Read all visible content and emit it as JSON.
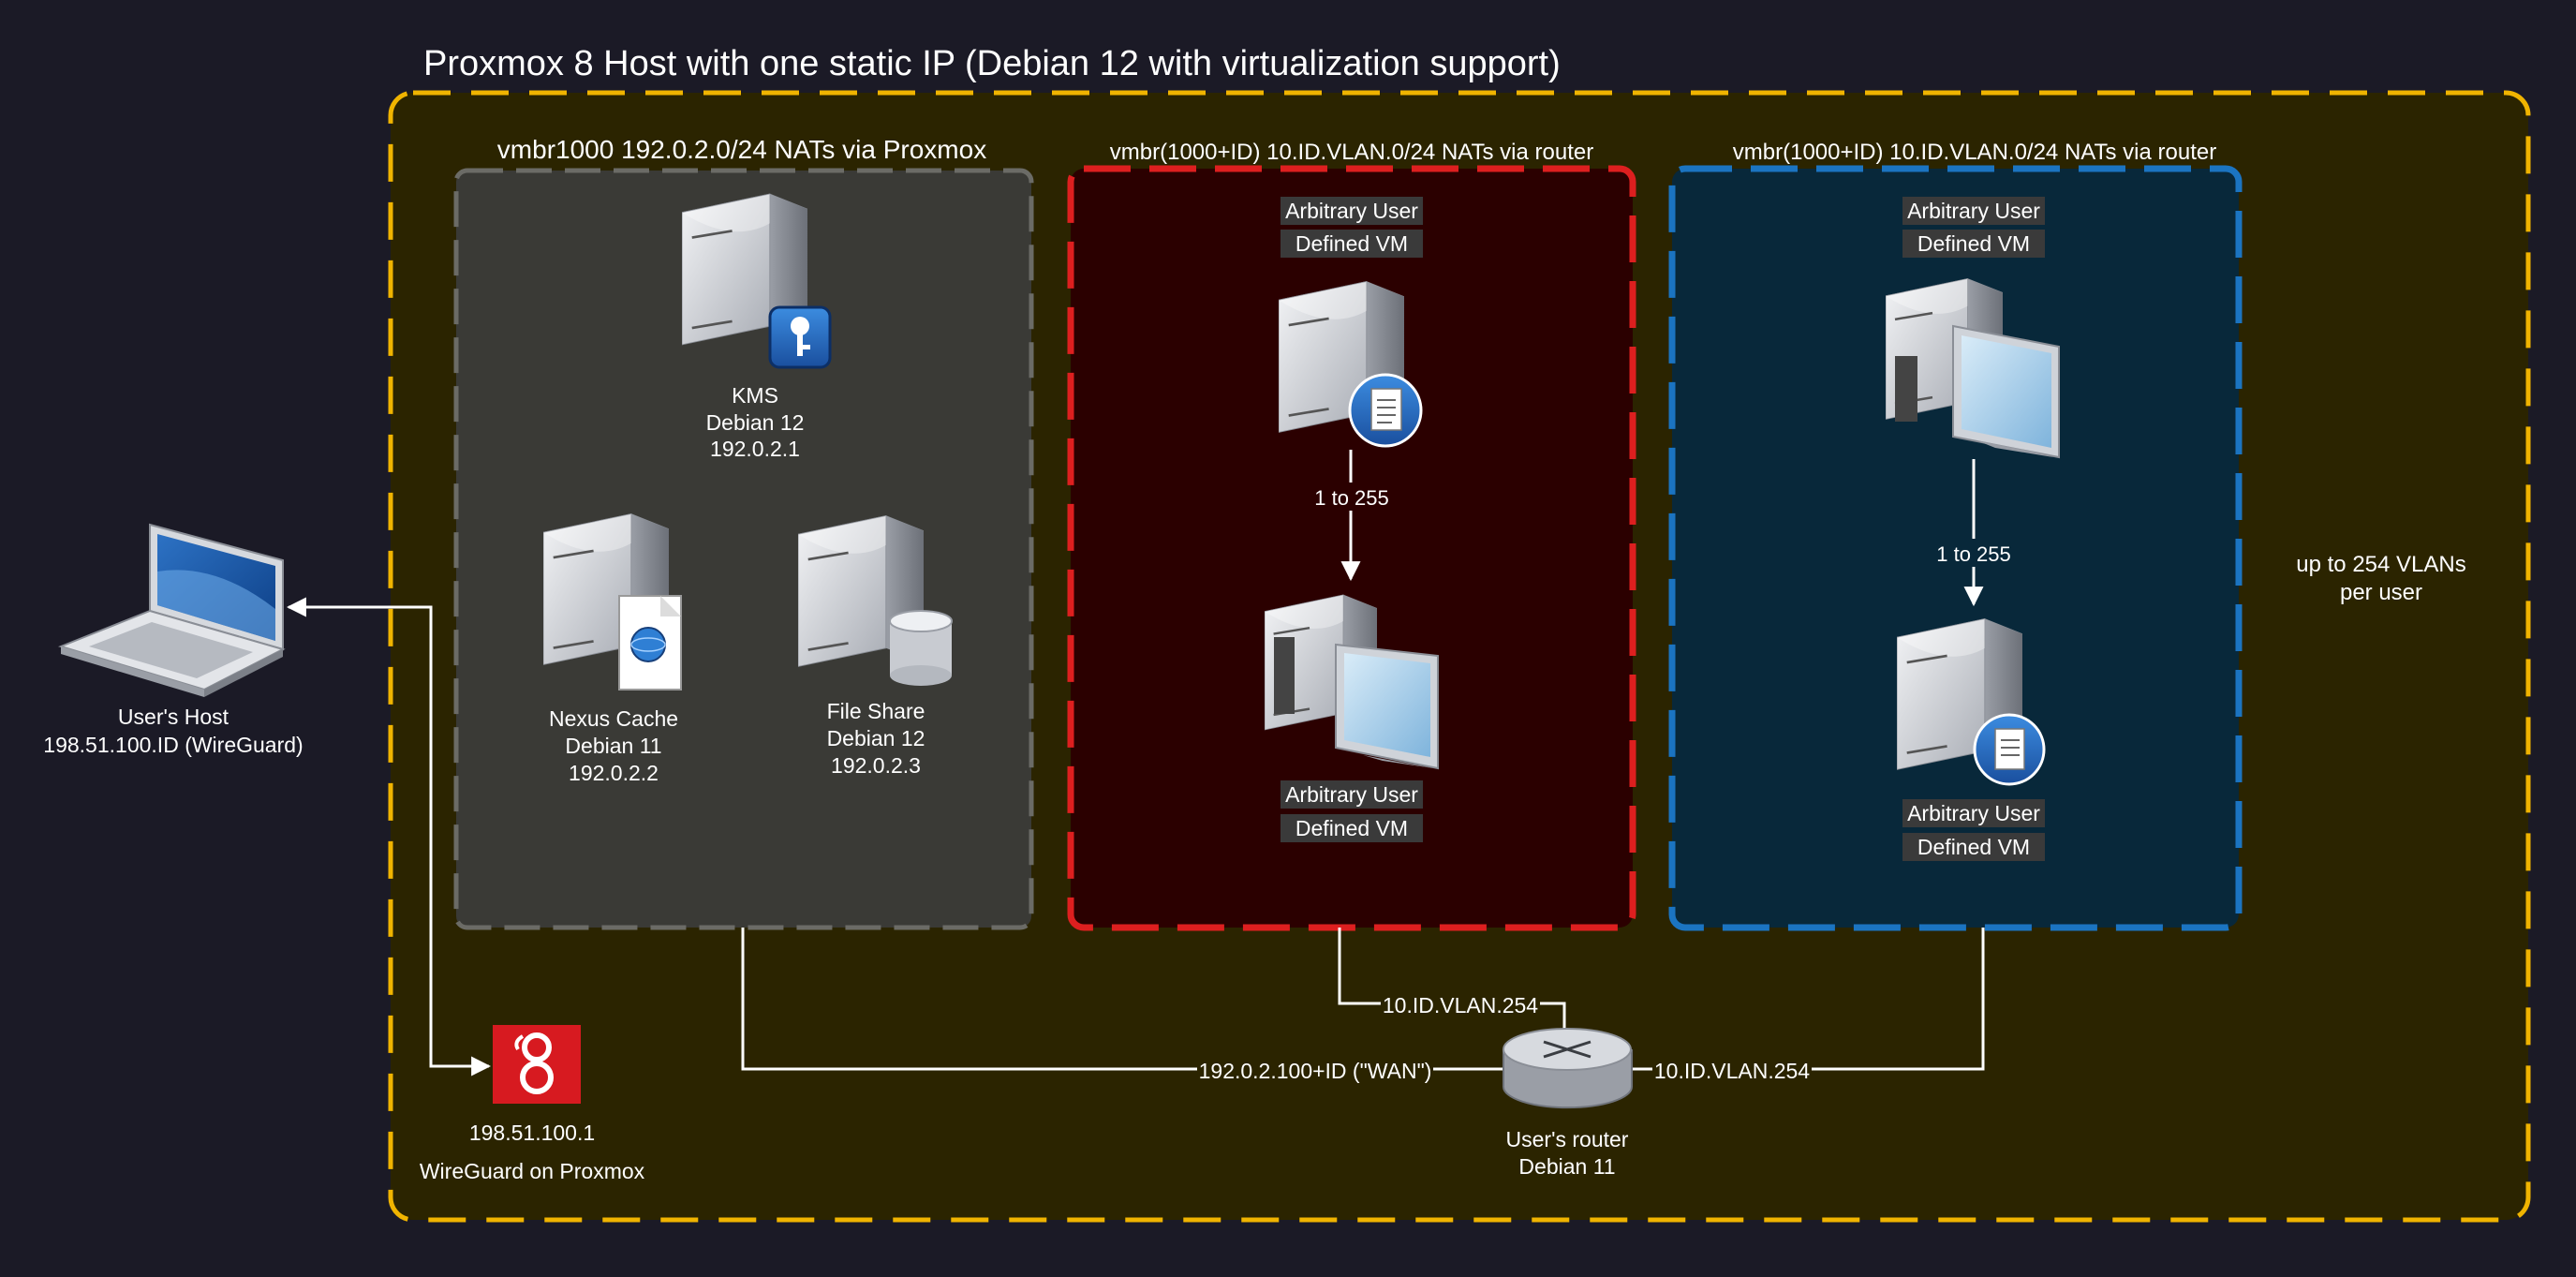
{
  "host": {
    "title": "Proxmox 8 Host with one static IP (Debian 12 with virtualization support)",
    "side_note": [
      "up to 254 VLANs",
      "per user"
    ]
  },
  "groups": {
    "proxmox_bridge": {
      "label": "vmbr1000 192.0.2.0/24 NATs via Proxmox",
      "kms": [
        "KMS",
        "Debian 12",
        "192.0.2.1"
      ],
      "nexus": [
        "Nexus Cache",
        "Debian 11",
        "192.0.2.2"
      ],
      "fileshare": [
        "File Share",
        "Debian 12",
        "192.0.2.3"
      ]
    },
    "vlan_red": {
      "label": "vmbr(1000+ID) 10.ID.VLAN.0/24 NATs via router",
      "vm_top": [
        "Arbitrary User",
        "Defined VM"
      ],
      "vm_bottom": [
        "Arbitrary User",
        "Defined VM"
      ],
      "count": "1 to 255"
    },
    "vlan_blue": {
      "label": "vmbr(1000+ID) 10.ID.VLAN.0/24 NATs via router",
      "vm_top": [
        "Arbitrary User",
        "Defined VM"
      ],
      "vm_bottom": [
        "Arbitrary User",
        "Defined VM"
      ],
      "count": "1 to 255"
    }
  },
  "user_host": [
    "User's Host",
    "198.51.100.ID (WireGuard)"
  ],
  "wireguard": [
    "198.51.100.1",
    "WireGuard on Proxmox"
  ],
  "router": [
    "User's router",
    "Debian 11"
  ],
  "links": {
    "wan": "192.0.2.100+ID (\"WAN\")",
    "red_gw": "10.ID.VLAN.254",
    "blue_gw": "10.ID.VLAN.254"
  },
  "colors": {
    "background": "#1b1a26",
    "host_fill": "#2b2400",
    "host_border": "#f0b400",
    "bridge_fill": "#3a3a36",
    "bridge_border": "#6b6b66",
    "red_fill": "#2b0000",
    "red_border": "#dd1f1f",
    "blue_fill": "#08283a",
    "blue_border": "#1b74c1",
    "wireguard": "#d71a20"
  }
}
